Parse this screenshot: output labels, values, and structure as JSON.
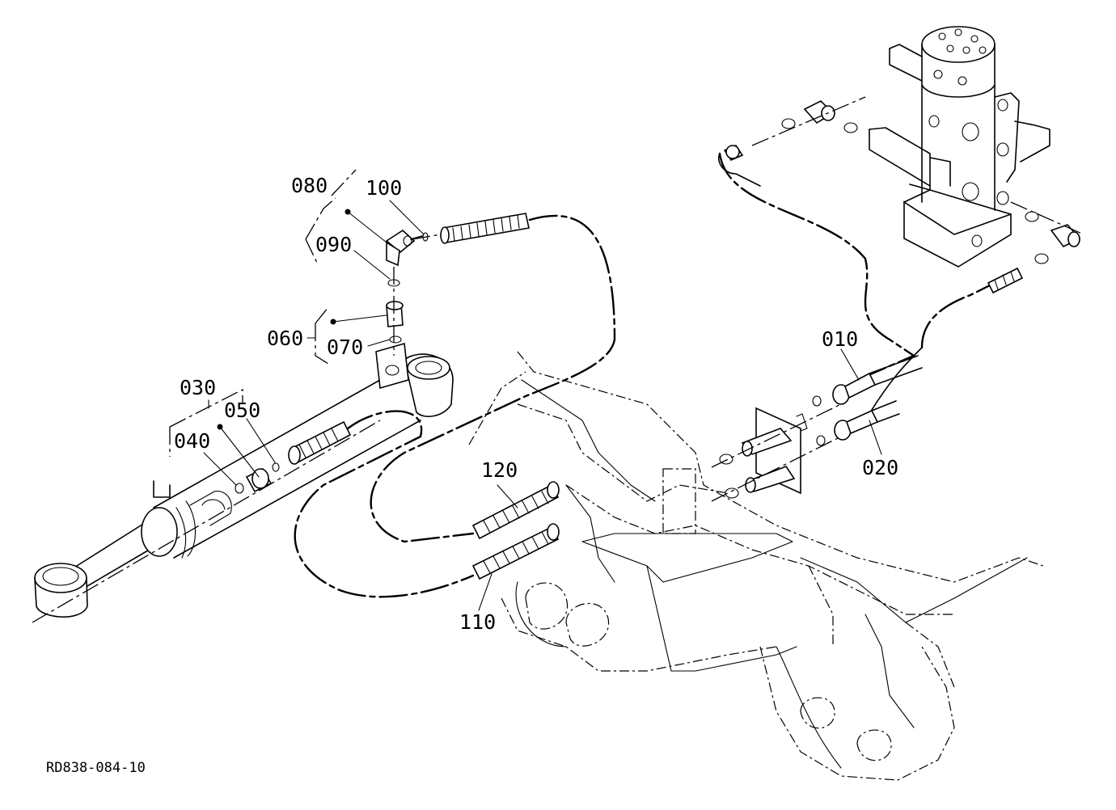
{
  "labels": {
    "p010": "010",
    "p020": "020",
    "p030": "030",
    "p040": "040",
    "p050": "050",
    "p060": "060",
    "p070": "070",
    "p080": "080",
    "p090": "090",
    "p100": "100",
    "p110": "110",
    "p120": "120"
  },
  "drawing_code": "RD838-084-10"
}
